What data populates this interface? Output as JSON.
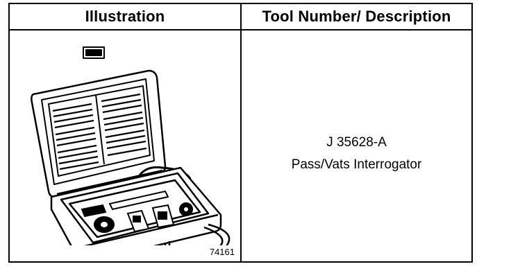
{
  "table": {
    "header_illustration": "Illustration",
    "header_description": "Tool Number/ Description",
    "rows": [
      {
        "figure_number": "74161",
        "tool_number": "J 35628-A",
        "description": "Pass/Vats Interrogator",
        "illustration_icon": "tool-case-icon"
      }
    ]
  }
}
